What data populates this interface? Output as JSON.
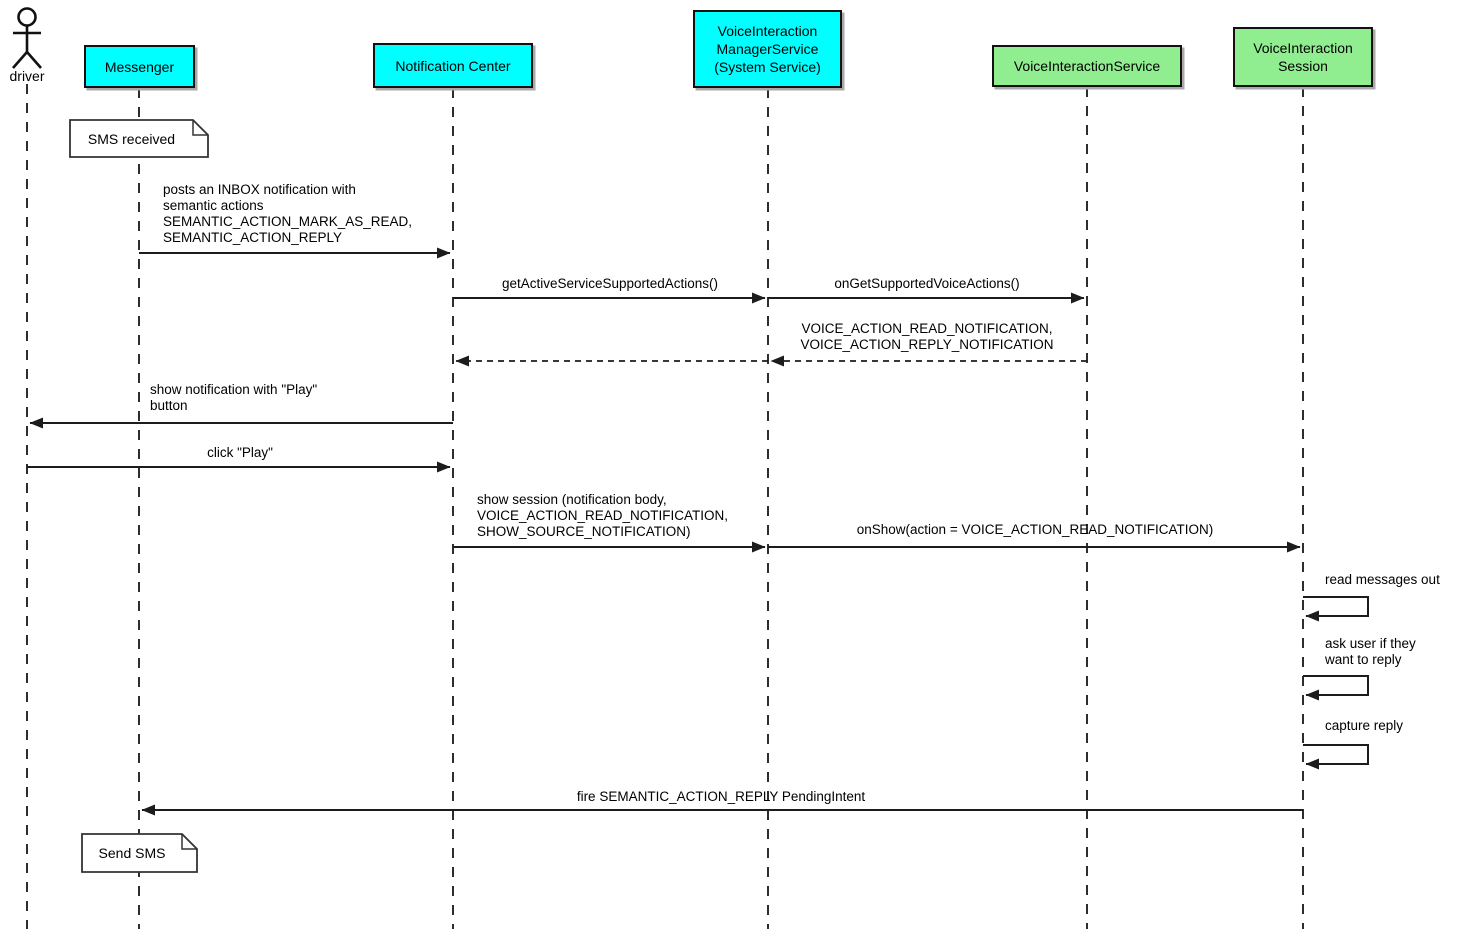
{
  "colors": {
    "participant_cyan": "#00ffff",
    "participant_green": "#90ee90",
    "line": "#1c1c1c",
    "note_fill": "#ffffff",
    "background": "#ffffff"
  },
  "actor": {
    "label": "driver"
  },
  "participants": {
    "messenger": {
      "label": "Messenger"
    },
    "notification_center": {
      "label": "Notification Center"
    },
    "voice_interaction_manager_service": {
      "label": "VoiceInteraction\nManagerService\n(System Service)"
    },
    "voice_interaction_service": {
      "label": "VoiceInteractionService"
    },
    "voice_interaction_session": {
      "label": "VoiceInteraction\nSession"
    }
  },
  "notes": {
    "sms_received": "SMS received",
    "send_sms": "Send SMS"
  },
  "messages": {
    "posts_inbox": "posts an INBOX notification with\nsemantic actions\nSEMANTIC_ACTION_MARK_AS_READ,\nSEMANTIC_ACTION_REPLY",
    "get_active_service_supported_actions": "getActiveServiceSupportedActions()",
    "on_get_supported_voice_actions": "onGetSupportedVoiceActions()",
    "supported_actions_return": "VOICE_ACTION_READ_NOTIFICATION,\nVOICE_ACTION_REPLY_NOTIFICATION",
    "show_notification": "show notification with \"Play\"\nbutton",
    "click_play": "click \"Play\"",
    "show_session": "show session (notification body,\nVOICE_ACTION_READ_NOTIFICATION,\nSHOW_SOURCE_NOTIFICATION)",
    "on_show": "onShow(action = VOICE_ACTION_READ_NOTIFICATION)",
    "read_messages_out": "read messages out",
    "ask_user": "ask user if they\nwant to reply",
    "capture_reply": "capture reply",
    "fire_reply": "fire SEMANTIC_ACTION_REPLY PendingIntent"
  }
}
